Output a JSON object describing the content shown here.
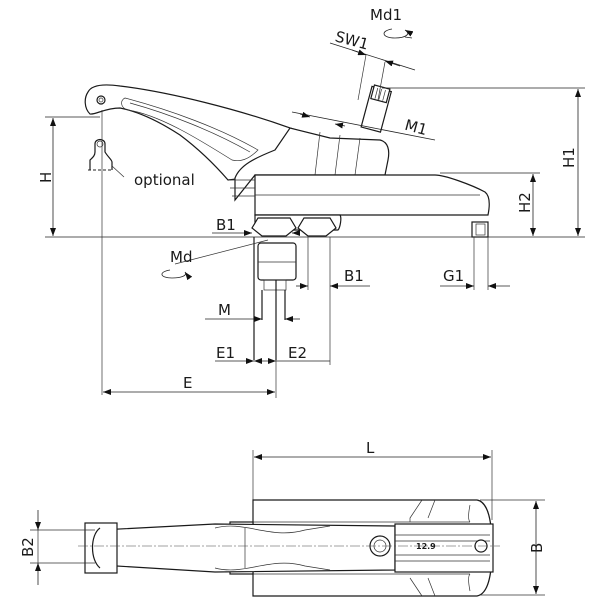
{
  "side_view": {
    "labels": {
      "Md1": "Md1",
      "SW1": "SW1",
      "M1": "M1",
      "H": "H",
      "H1": "H1",
      "H2": "H2",
      "optional": "optional",
      "B1_left": "B1",
      "B1_right": "B1",
      "Md": "Md",
      "G1": "G1",
      "M": "M",
      "E1": "E1",
      "E2": "E2",
      "E": "E"
    }
  },
  "top_view": {
    "labels": {
      "L": "L",
      "B2": "B2",
      "B": "B",
      "bolt_grade": "12.9"
    }
  }
}
